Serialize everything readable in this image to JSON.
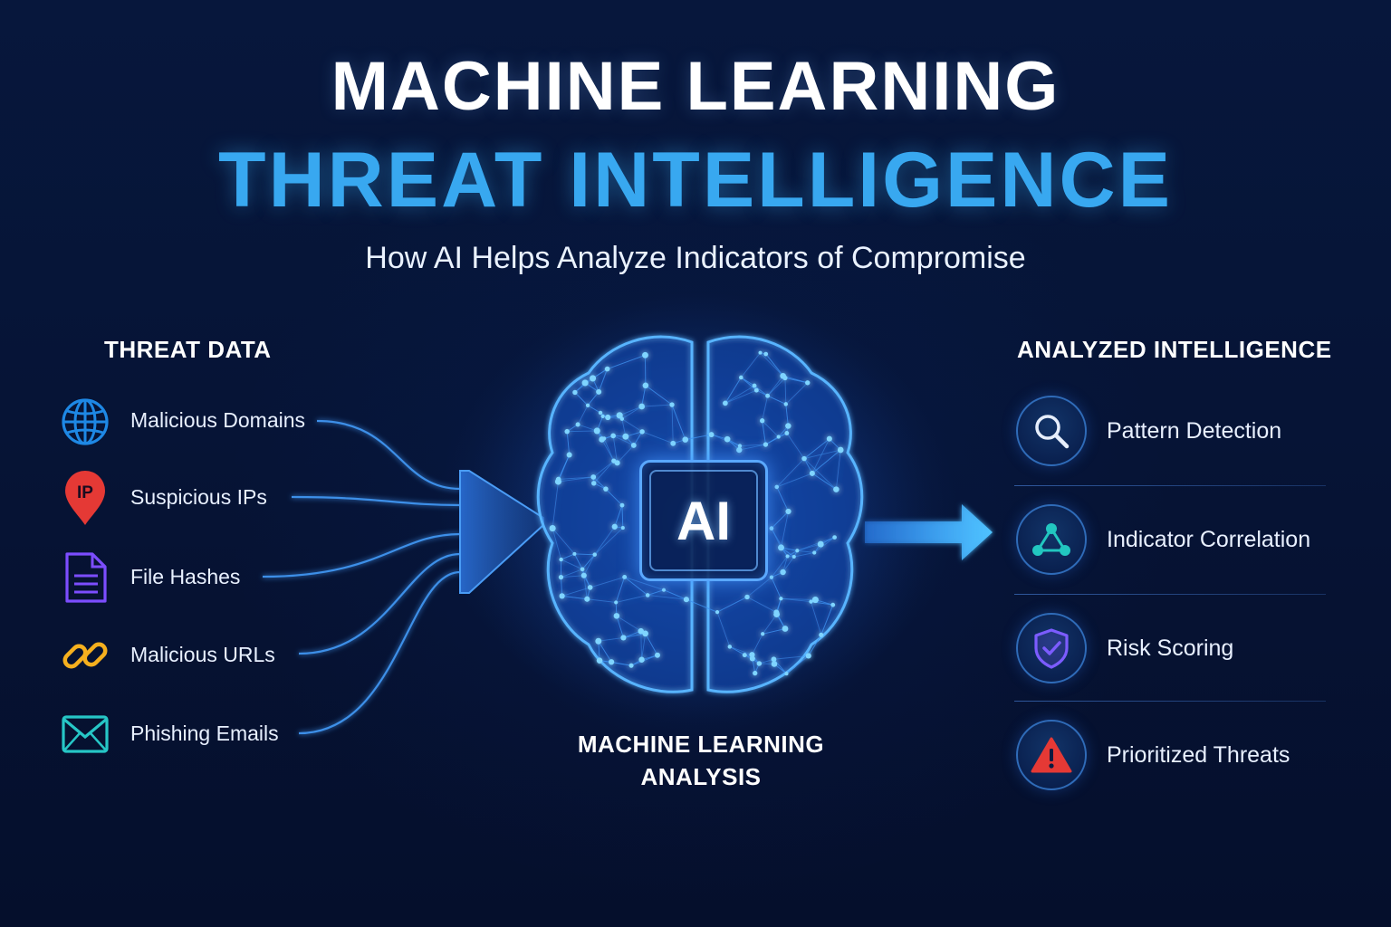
{
  "header": {
    "title_line1": "MACHINE LEARNING",
    "title_line2": "THREAT INTELLIGENCE",
    "subtitle": "How AI Helps Analyze Indicators of Compromise"
  },
  "threat_data": {
    "heading": "THREAT DATA",
    "items": [
      {
        "label": "Malicious Domains",
        "icon": "globe-icon",
        "color": "#1e88e5"
      },
      {
        "label": "Suspicious IPs",
        "icon": "ip-location-pin-icon",
        "color": "#e53935",
        "icon_text": "IP"
      },
      {
        "label": "File Hashes",
        "icon": "document-icon",
        "color": "#7c4dff"
      },
      {
        "label": "Malicious URLs",
        "icon": "link-icon",
        "color": "#f6b01e"
      },
      {
        "label": "Phishing Emails",
        "icon": "envelope-icon",
        "color": "#26c6c6"
      }
    ]
  },
  "center": {
    "ai_label": "AI",
    "caption_line1": "MACHINE LEARNING",
    "caption_line2": "ANALYSIS"
  },
  "analyzed_intelligence": {
    "heading": "ANALYZED INTELLIGENCE",
    "items": [
      {
        "label": "Pattern Detection",
        "icon": "magnifier-icon",
        "color": "#e6eefc"
      },
      {
        "label": "Indicator Correlation",
        "icon": "network-nodes-icon",
        "color": "#22c7c0"
      },
      {
        "label": "Risk Scoring",
        "icon": "shield-check-icon",
        "color": "#7c5cff"
      },
      {
        "label": "Prioritized Threats",
        "icon": "warning-triangle-icon",
        "color": "#e53935"
      }
    ]
  },
  "colors": {
    "background": "#061435",
    "accent": "#38a8f0",
    "flow_lines": "#3d8fe8"
  }
}
